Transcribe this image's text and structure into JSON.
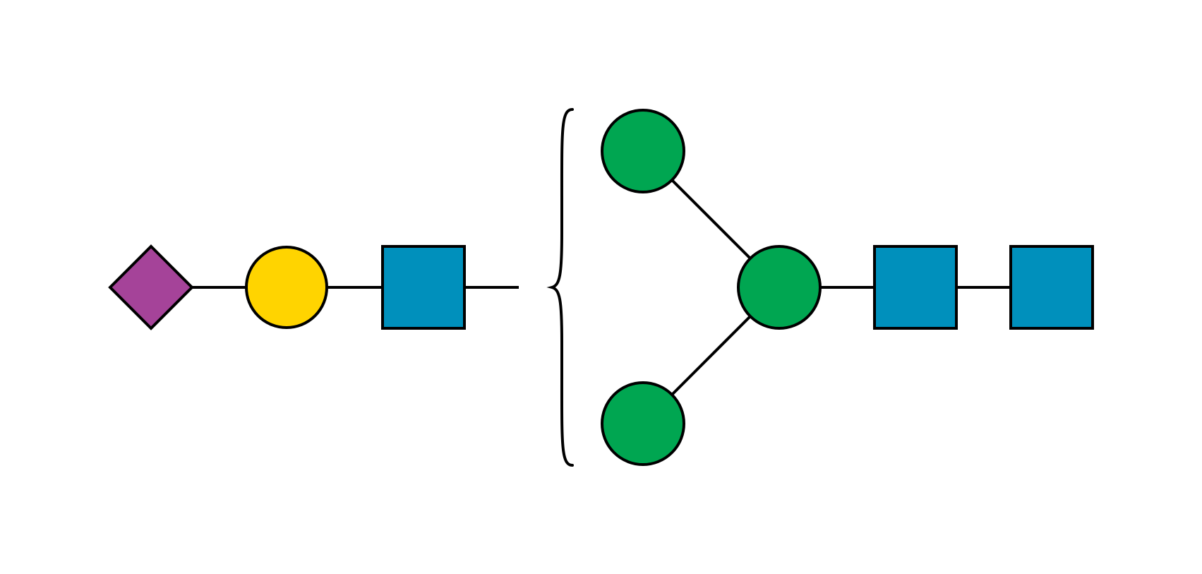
{
  "diagram": {
    "type": "glycan-snfg",
    "colors": {
      "outline": "#000000",
      "background": "#ffffff"
    },
    "antenna": {
      "attached_to": "one-of-two-mannose-branches",
      "residues": [
        {
          "id": "neu5ac",
          "shape": "diamond",
          "color": "#A54399",
          "icon": "diamond-icon"
        },
        {
          "id": "gal",
          "shape": "circle",
          "color": "#FFD400",
          "icon": "circle-icon"
        },
        {
          "id": "glcnac-antenna",
          "shape": "square",
          "color": "#0090BC",
          "icon": "square-icon"
        }
      ]
    },
    "bracket": {
      "icon": "curly-brace-icon"
    },
    "core": {
      "residues": [
        {
          "id": "man-upper",
          "shape": "circle",
          "color": "#00A651",
          "icon": "circle-icon"
        },
        {
          "id": "man-lower",
          "shape": "circle",
          "color": "#00A651",
          "icon": "circle-icon"
        },
        {
          "id": "man-branch",
          "shape": "circle",
          "color": "#00A651",
          "icon": "circle-icon"
        },
        {
          "id": "glcnac-core-1",
          "shape": "square",
          "color": "#0090BC",
          "icon": "square-icon"
        },
        {
          "id": "glcnac-core-2",
          "shape": "square",
          "color": "#0090BC",
          "icon": "square-icon"
        }
      ],
      "links": [
        [
          "man-upper",
          "man-branch"
        ],
        [
          "man-lower",
          "man-branch"
        ],
        [
          "man-branch",
          "glcnac-core-1"
        ],
        [
          "glcnac-core-1",
          "glcnac-core-2"
        ]
      ]
    }
  }
}
